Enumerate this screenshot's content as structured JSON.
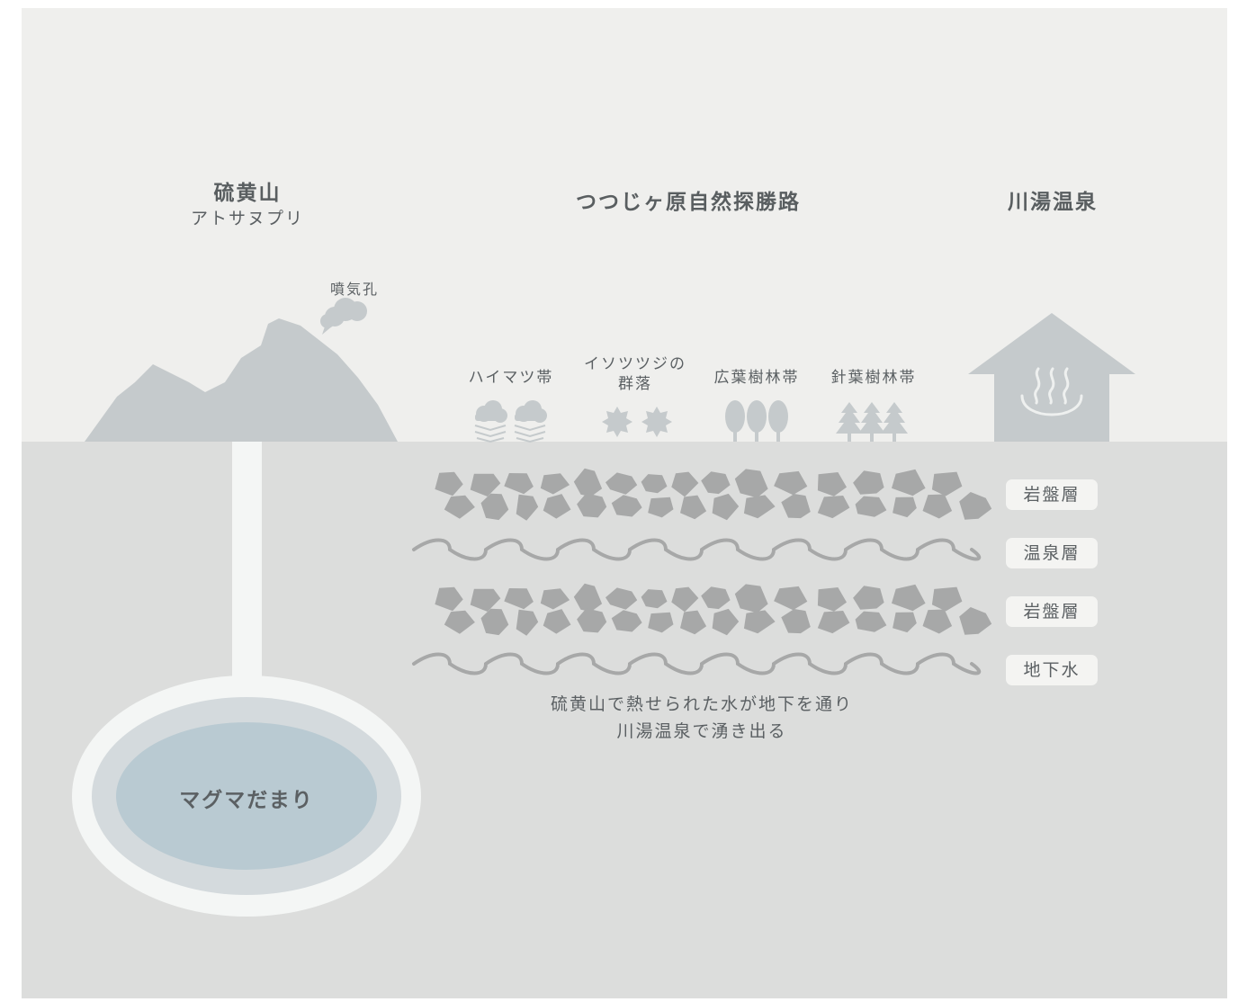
{
  "titles": {
    "volcano": "硫黄山",
    "volcano_ainu": "アトサヌプリ",
    "trail": "つつじヶ原自然探勝路",
    "onsen": "川湯温泉"
  },
  "fumarole": "噴気孔",
  "vegetation": [
    "ハイマツ帯",
    "イソツツジの群落",
    "広葉樹林帯",
    "針葉樹林帯"
  ],
  "layers": [
    "岩盤層",
    "温泉層",
    "岩盤層",
    "地下水"
  ],
  "caption_line1": "硫黄山で熱せられた水が地下を通り",
  "caption_line2": "川湯温泉で湧き出る",
  "magma": "マグマだまり",
  "icons": {
    "onsen": "hot-spring-icon",
    "steam": "steam-cloud-icon",
    "pine": "dwarf-pine-icon",
    "azalea": "azalea-flower-icon",
    "broadleaf": "broadleaf-tree-icon",
    "conifer": "conifer-tree-icon"
  },
  "colors": {
    "sky": "#efefed",
    "ground": "#dcdddc",
    "mountain": "#c5cacc",
    "rock": "#a7a8a8",
    "magma": "#b9cad2",
    "text": "#595e60"
  }
}
